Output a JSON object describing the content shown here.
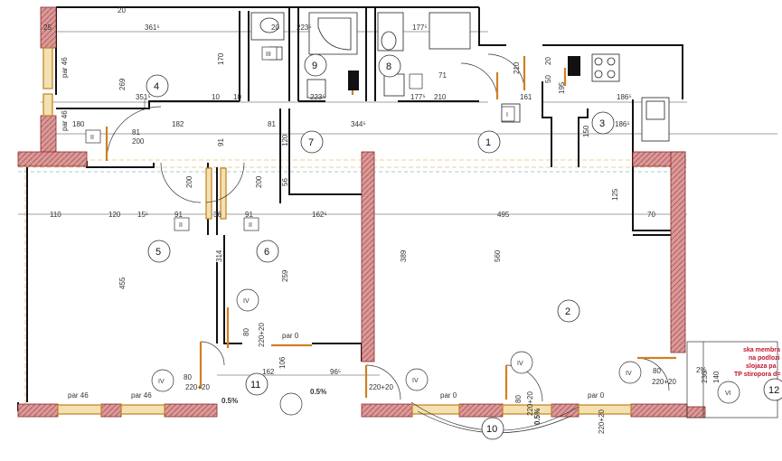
{
  "rooms": [
    {
      "id": "1",
      "label": "1"
    },
    {
      "id": "2",
      "label": "2"
    },
    {
      "id": "3",
      "label": "3"
    },
    {
      "id": "4",
      "label": "4"
    },
    {
      "id": "5",
      "label": "5"
    },
    {
      "id": "6",
      "label": "6"
    },
    {
      "id": "7",
      "label": "7"
    },
    {
      "id": "8",
      "label": "8"
    },
    {
      "id": "9",
      "label": "9"
    },
    {
      "id": "10",
      "label": "10"
    },
    {
      "id": "11",
      "label": "11"
    },
    {
      "id": "12",
      "label": "12"
    }
  ],
  "dimensions": {
    "d20a": "20",
    "d3615": "361⁵",
    "d25a": "25",
    "d20b": "20",
    "d2235a": "223⁵",
    "d1775a": "177⁵",
    "d170": "170",
    "d269": "269",
    "d3515": "351⁵",
    "d10a": "10",
    "d10b": "10",
    "d2235b": "223⁵",
    "d1775b": "177⁵",
    "d3445": "344⁵",
    "d180": "180",
    "d182": "182",
    "d81a": "81",
    "d81b": "81",
    "d200a": "200",
    "d91a": "91",
    "d120a": "120",
    "d150": "150",
    "d1865a": "186⁵",
    "d1865b": "186⁵",
    "d161": "161",
    "d210a": "210",
    "d210b": "210",
    "d71": "71",
    "d20c": "20",
    "d50": "50",
    "d195": "195",
    "d110": "110",
    "d120b": "120",
    "d155": "15⁵",
    "d91b": "91",
    "d36": "36",
    "d91c": "91",
    "d1625": "162⁵",
    "d495": "495",
    "d70": "70",
    "d125": "125",
    "d200b": "200",
    "d200c": "200",
    "d314": "314",
    "d259": "259",
    "d389": "389",
    "d560": "560",
    "d455": "455",
    "d162": "162",
    "d965": "96⁵",
    "d80a": "80",
    "d80b": "80",
    "d80c": "80",
    "d80d": "80",
    "d220a": "220+20",
    "d220b": "220+20",
    "d220c": "220+20",
    "d220d": "220+20",
    "d220e": "220+20",
    "d220f": "220+20",
    "d236": "236",
    "d140": "140",
    "d56": "56",
    "d106": "106",
    "d2x": "2%"
  },
  "floors": {
    "par46a": "par 46",
    "par46b": "par 46",
    "par46c": "par 46",
    "par46d": "par 46",
    "par0a": "par 0",
    "par0b": "par 0",
    "par0c": "par 0"
  },
  "markers": {
    "m_II_a": "II",
    "m_II_b": "II",
    "m_II_c": "II",
    "m_III": "III",
    "m_IV_a": "IV",
    "m_IV_b": "IV",
    "m_IV_c": "IV",
    "m_IV_d": "IV",
    "m_IV_e": "IV",
    "m_VI": "VI",
    "m_I": "I"
  },
  "slopes": {
    "s1": "0.5%",
    "s2": "0.5%",
    "s3": "0.5%"
  },
  "note": {
    "line1": "ska membra",
    "line2": "na podlozi",
    "line3": "slojaza pa",
    "line4": "TP stiropora d="
  }
}
